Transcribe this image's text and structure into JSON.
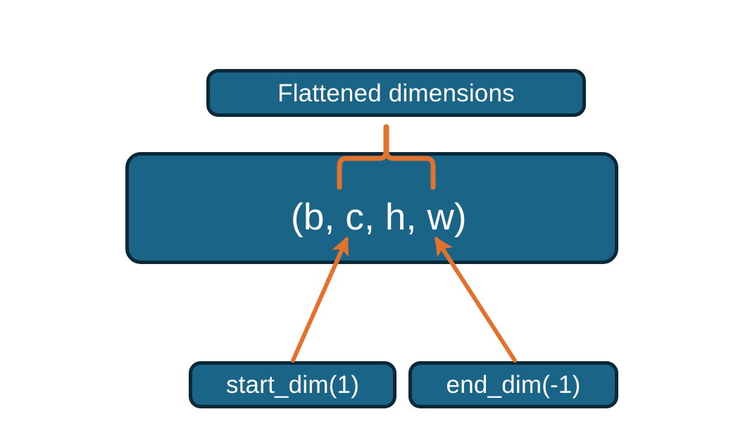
{
  "diagram": {
    "title_node": {
      "label": "Flattened dimensions",
      "name": "flattened-dimensions-box"
    },
    "shape_node": {
      "label": "(b, c, h, w)",
      "name": "tensor-shape-box",
      "dims": [
        "b",
        "c",
        "h",
        "w"
      ]
    },
    "argument_nodes": [
      {
        "label": "start_dim(1)",
        "name": "start-dim-box",
        "points_to_dim": "c"
      },
      {
        "label": "end_dim(-1)",
        "name": "end-dim-box",
        "points_to_dim": "w"
      }
    ],
    "connectors": [
      {
        "name": "brace-flattened-range",
        "type": "curly-brace",
        "spans_dims": [
          "c",
          "h",
          "w"
        ],
        "color": "#e2732e"
      },
      {
        "name": "arrow-start-dim",
        "type": "arrow",
        "from": "start_dim(1)",
        "to": "c",
        "color": "#e2732e"
      },
      {
        "name": "arrow-end-dim",
        "type": "arrow",
        "from": "end_dim(-1)",
        "to": "w",
        "color": "#e2732e"
      }
    ],
    "colors": {
      "box_fill": "#1a6487",
      "box_border": "#0b2838",
      "accent": "#e2732e",
      "text": "#ffffff",
      "background": "#ffffff"
    }
  }
}
